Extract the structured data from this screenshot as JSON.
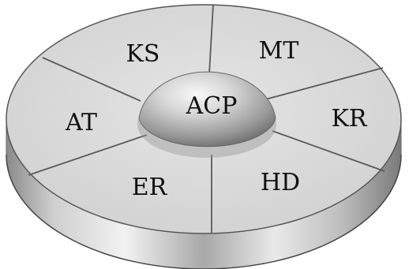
{
  "diagram": {
    "center_label": "ACP",
    "segments": [
      {
        "label": "KS"
      },
      {
        "label": "MT"
      },
      {
        "label": "KR"
      },
      {
        "label": "HD"
      },
      {
        "label": "ER"
      },
      {
        "label": "AT"
      }
    ]
  },
  "colors": {
    "face": "#d9d9d9",
    "rim_light": "#f0f0f0",
    "rim_dark": "#7f7f7f",
    "lines": "#5a5a5a",
    "hub_highlight": "#f5f5f5",
    "hub_shadow": "#6e6e6e"
  }
}
